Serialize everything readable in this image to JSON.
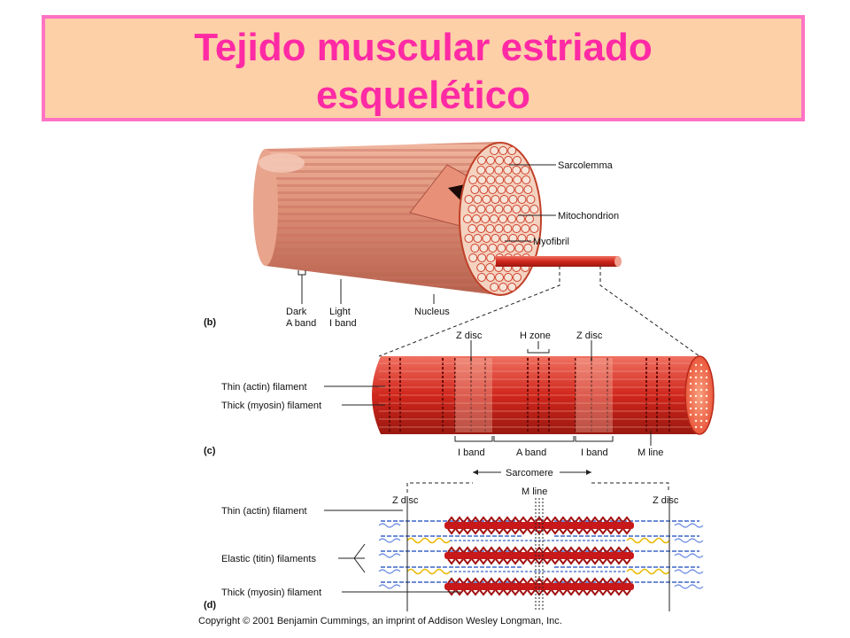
{
  "title_line1": "Tejido muscular estriado",
  "title_line2": "esquelético",
  "panel_b": {
    "tag": "(b)",
    "labels": {
      "sarcolemma": "Sarcolemma",
      "mitochondrion": "Mitochondrion",
      "myofibril": "Myofibril",
      "dark": "Dark",
      "a_band": "A band",
      "light": "Light",
      "i_band": "I band",
      "nucleus": "Nucleus"
    }
  },
  "panel_c": {
    "tag": "(c)",
    "labels": {
      "z_disc_left": "Z disc",
      "h_zone": "H zone",
      "z_disc_right": "Z disc",
      "thin_filament": "Thin (actin) filament",
      "thick_filament": "Thick (myosin) filament",
      "i_band_left": "I band",
      "a_band": "A band",
      "i_band_right": "I band",
      "m_line": "M line",
      "sarcomere": "Sarcomere"
    }
  },
  "panel_d": {
    "tag": "(d)",
    "labels": {
      "z_disc_left": "Z disc",
      "m_line": "M line",
      "z_disc_right": "Z disc",
      "thin_filament": "Thin (actin) filament",
      "elastic_filaments": "Elastic (titin) filaments",
      "thick_filament": "Thick (myosin) filament"
    }
  },
  "copyright": "Copyright © 2001 Benjamin Cummings, an imprint of Addison Wesley Longman, Inc.",
  "colors": {
    "title_text": "#ff2aa4",
    "title_border": "#ff73c4",
    "title_bg": "#fdd0a8",
    "muscle": "#d9826a",
    "myofibril": "#d8201a",
    "actin": "#3b63c8",
    "titin": "#e8b800"
  }
}
